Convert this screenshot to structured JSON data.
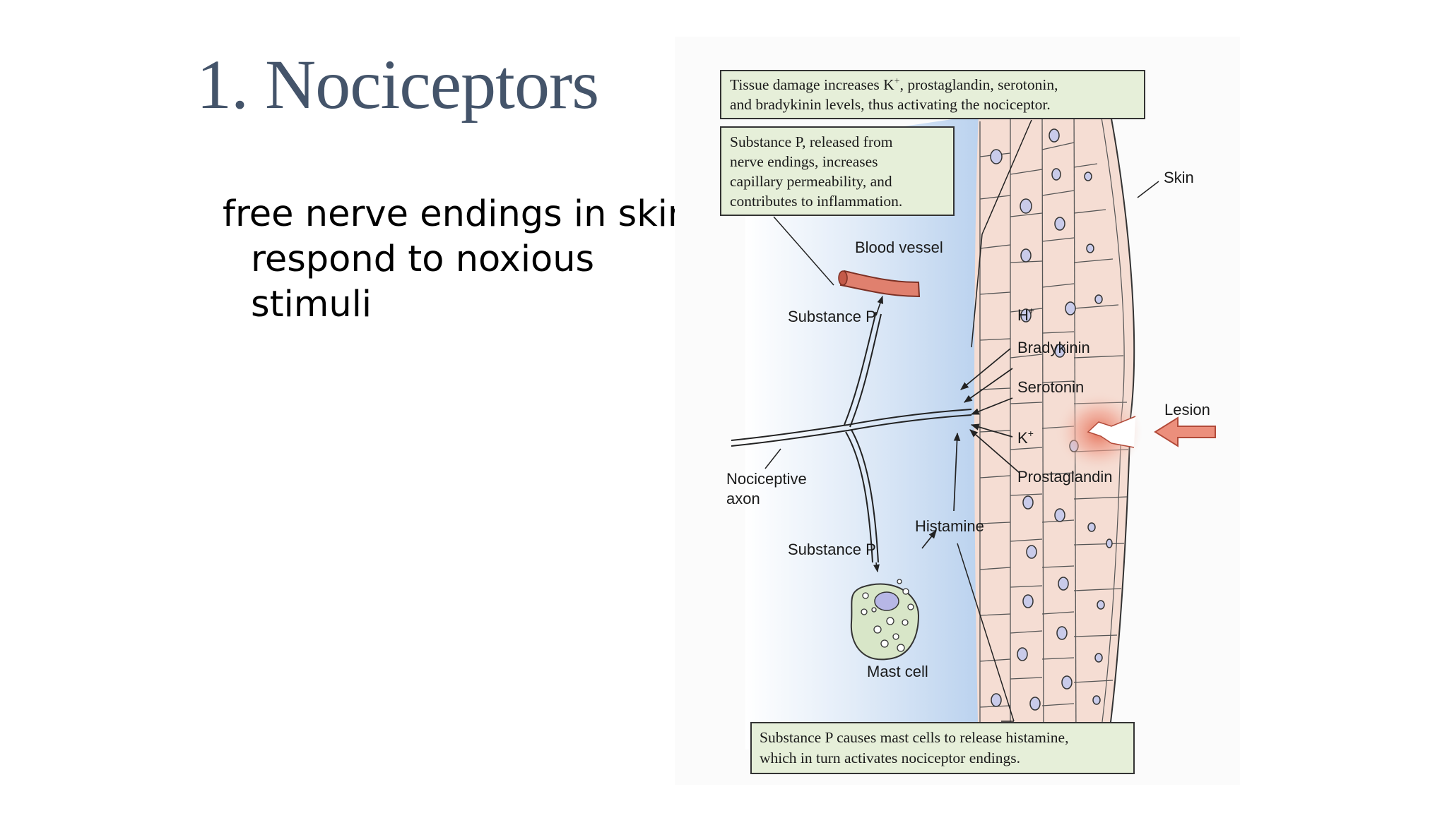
{
  "slide": {
    "title": "1. Nociceptors",
    "bullet": "free nerve endings in skin respond to noxious stimuli"
  },
  "figure": {
    "callouts": {
      "top_line1_a": "Tissue damage increases K",
      "top_line1_sup": "+",
      "top_line1_b": ", prostaglandin, serotonin,",
      "top_line2": "and bradykinin levels, thus activating the nociceptor.",
      "substance_p_line1": "Substance P, released from",
      "substance_p_line2": "nerve endings, increases",
      "substance_p_line3": "capillary permeability, and",
      "substance_p_line4": "contributes to inflammation.",
      "bottom_line1": "Substance P causes mast cells to release histamine,",
      "bottom_line2": "which in turn activates nociceptor endings."
    },
    "labels": {
      "skin": "Skin",
      "blood_vessel": "Blood vessel",
      "substance_p_upper": "Substance P",
      "substance_p_lower": "Substance P",
      "h_plus": "H",
      "h_plus_sup": "+",
      "bradykinin": "Bradykinin",
      "serotonin": "Serotonin",
      "k_plus": "K",
      "k_plus_sup": "+",
      "prostaglandin": "Prostaglandin",
      "lesion": "Lesion",
      "nociceptive_axon_line1": "Nociceptive",
      "nociceptive_axon_line2": "axon",
      "histamine": "Histamine",
      "mast_cell": "Mast cell"
    },
    "colors": {
      "tissue_blue": "#c5d8ef",
      "skin_pink": "#f5ddd3",
      "callout_green": "#e6efd9",
      "vessel_red": "#e0806e",
      "mast_cell": "#d8e6c8",
      "nucleus": "#b7b7e6",
      "lesion_arrow": "#ec8f7c"
    }
  }
}
